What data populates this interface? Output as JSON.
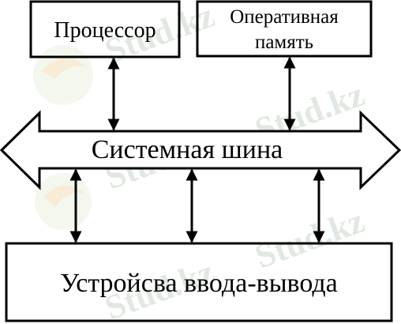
{
  "diagram": {
    "processor": "Процессор",
    "ram_line1": "Оперативная",
    "ram_line2": "память",
    "bus": "Системная шина",
    "io": "Устройсва ввода-вывода"
  },
  "watermark": {
    "text": "Stud.kz",
    "color": "#c9d7c9"
  },
  "colors": {
    "stroke": "#000000",
    "background": "#ffffff"
  }
}
